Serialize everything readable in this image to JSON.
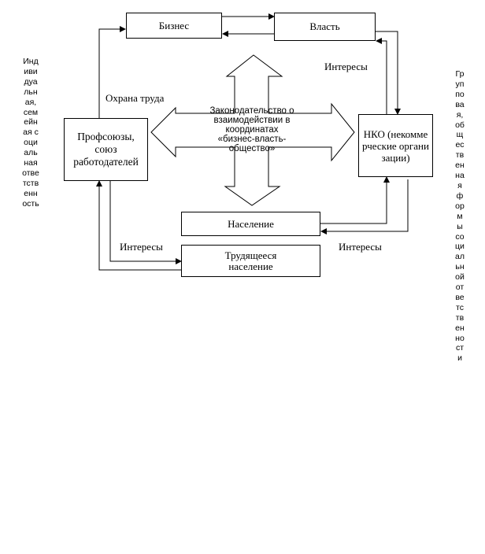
{
  "boxes": {
    "business": "Бизнес",
    "power": "Власть",
    "unions": "Профсоюзы, союз работодателей",
    "nko": "НКО (некоммерческие организации)",
    "population": "Население",
    "workers": "Трудящееся население"
  },
  "center_text": "Законодательство о взаимодействии в координатах «бизнес-власть-общество»",
  "labels": {
    "labor_protection": "Охрана труда",
    "interests_top_right": "Интересы",
    "interests_bottom_left": "Интересы",
    "interests_bottom_right": "Интересы"
  },
  "side_text": {
    "left": "Индивидуальная, семейная социальная ответственность",
    "right": "Групповая, общественная формы социальной ответственности"
  }
}
